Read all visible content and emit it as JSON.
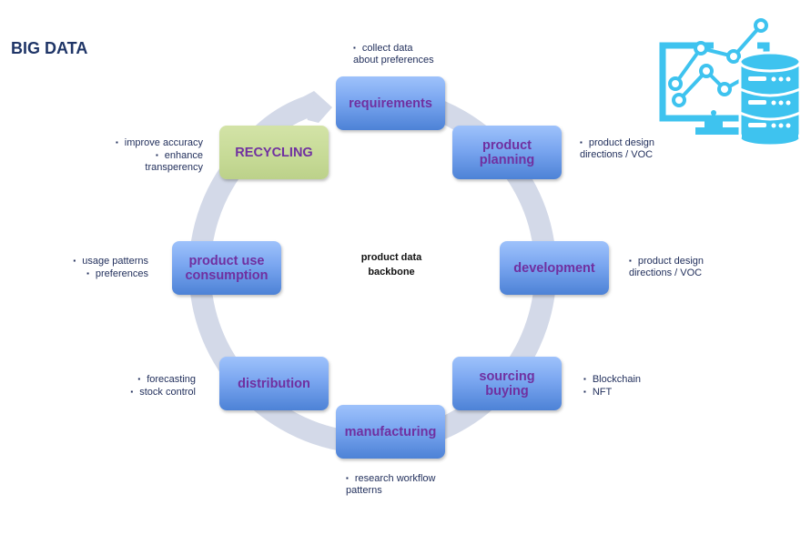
{
  "title": "BIG DATA",
  "center": {
    "line1": "product data",
    "line2": "backbone"
  },
  "colors": {
    "title": "#1f3567",
    "node_text": "#7030a0",
    "node_blue": "#6f9be8",
    "node_green": "#c6da96",
    "ring": "#d3d9e8",
    "icon": "#3ec3ef",
    "note_text": "#1f2d5a"
  },
  "nodes": [
    {
      "id": "requirements",
      "label": "requirements",
      "style": "blue"
    },
    {
      "id": "product-planning",
      "label": "product planning",
      "style": "blue"
    },
    {
      "id": "development",
      "label": "development",
      "style": "blue"
    },
    {
      "id": "sourcing-buying",
      "label": "sourcing buying",
      "style": "blue"
    },
    {
      "id": "manufacturing",
      "label": "manufacturing",
      "style": "blue"
    },
    {
      "id": "distribution",
      "label": "distribution",
      "style": "blue"
    },
    {
      "id": "product-use",
      "label": "product use consumption",
      "style": "blue"
    },
    {
      "id": "recycling",
      "label": "RECYCLING",
      "style": "green"
    }
  ],
  "notes": {
    "requirements": [
      "collect data",
      "about preferences"
    ],
    "product_planning": [
      "product design",
      "directions / VOC"
    ],
    "development": [
      "product design",
      "directions / VOC"
    ],
    "sourcing_buying": [
      "Blockchain",
      "NFT"
    ],
    "manufacturing": [
      "research workflow",
      "patterns"
    ],
    "distribution": [
      "forecasting",
      "stock control"
    ],
    "product_use": [
      "usage patterns",
      "preferences"
    ],
    "recycling": [
      "improve accuracy",
      "enhance",
      "transperency"
    ]
  },
  "bullet": "▪",
  "icon": {
    "name": "big-data-analytics-database-icon"
  }
}
